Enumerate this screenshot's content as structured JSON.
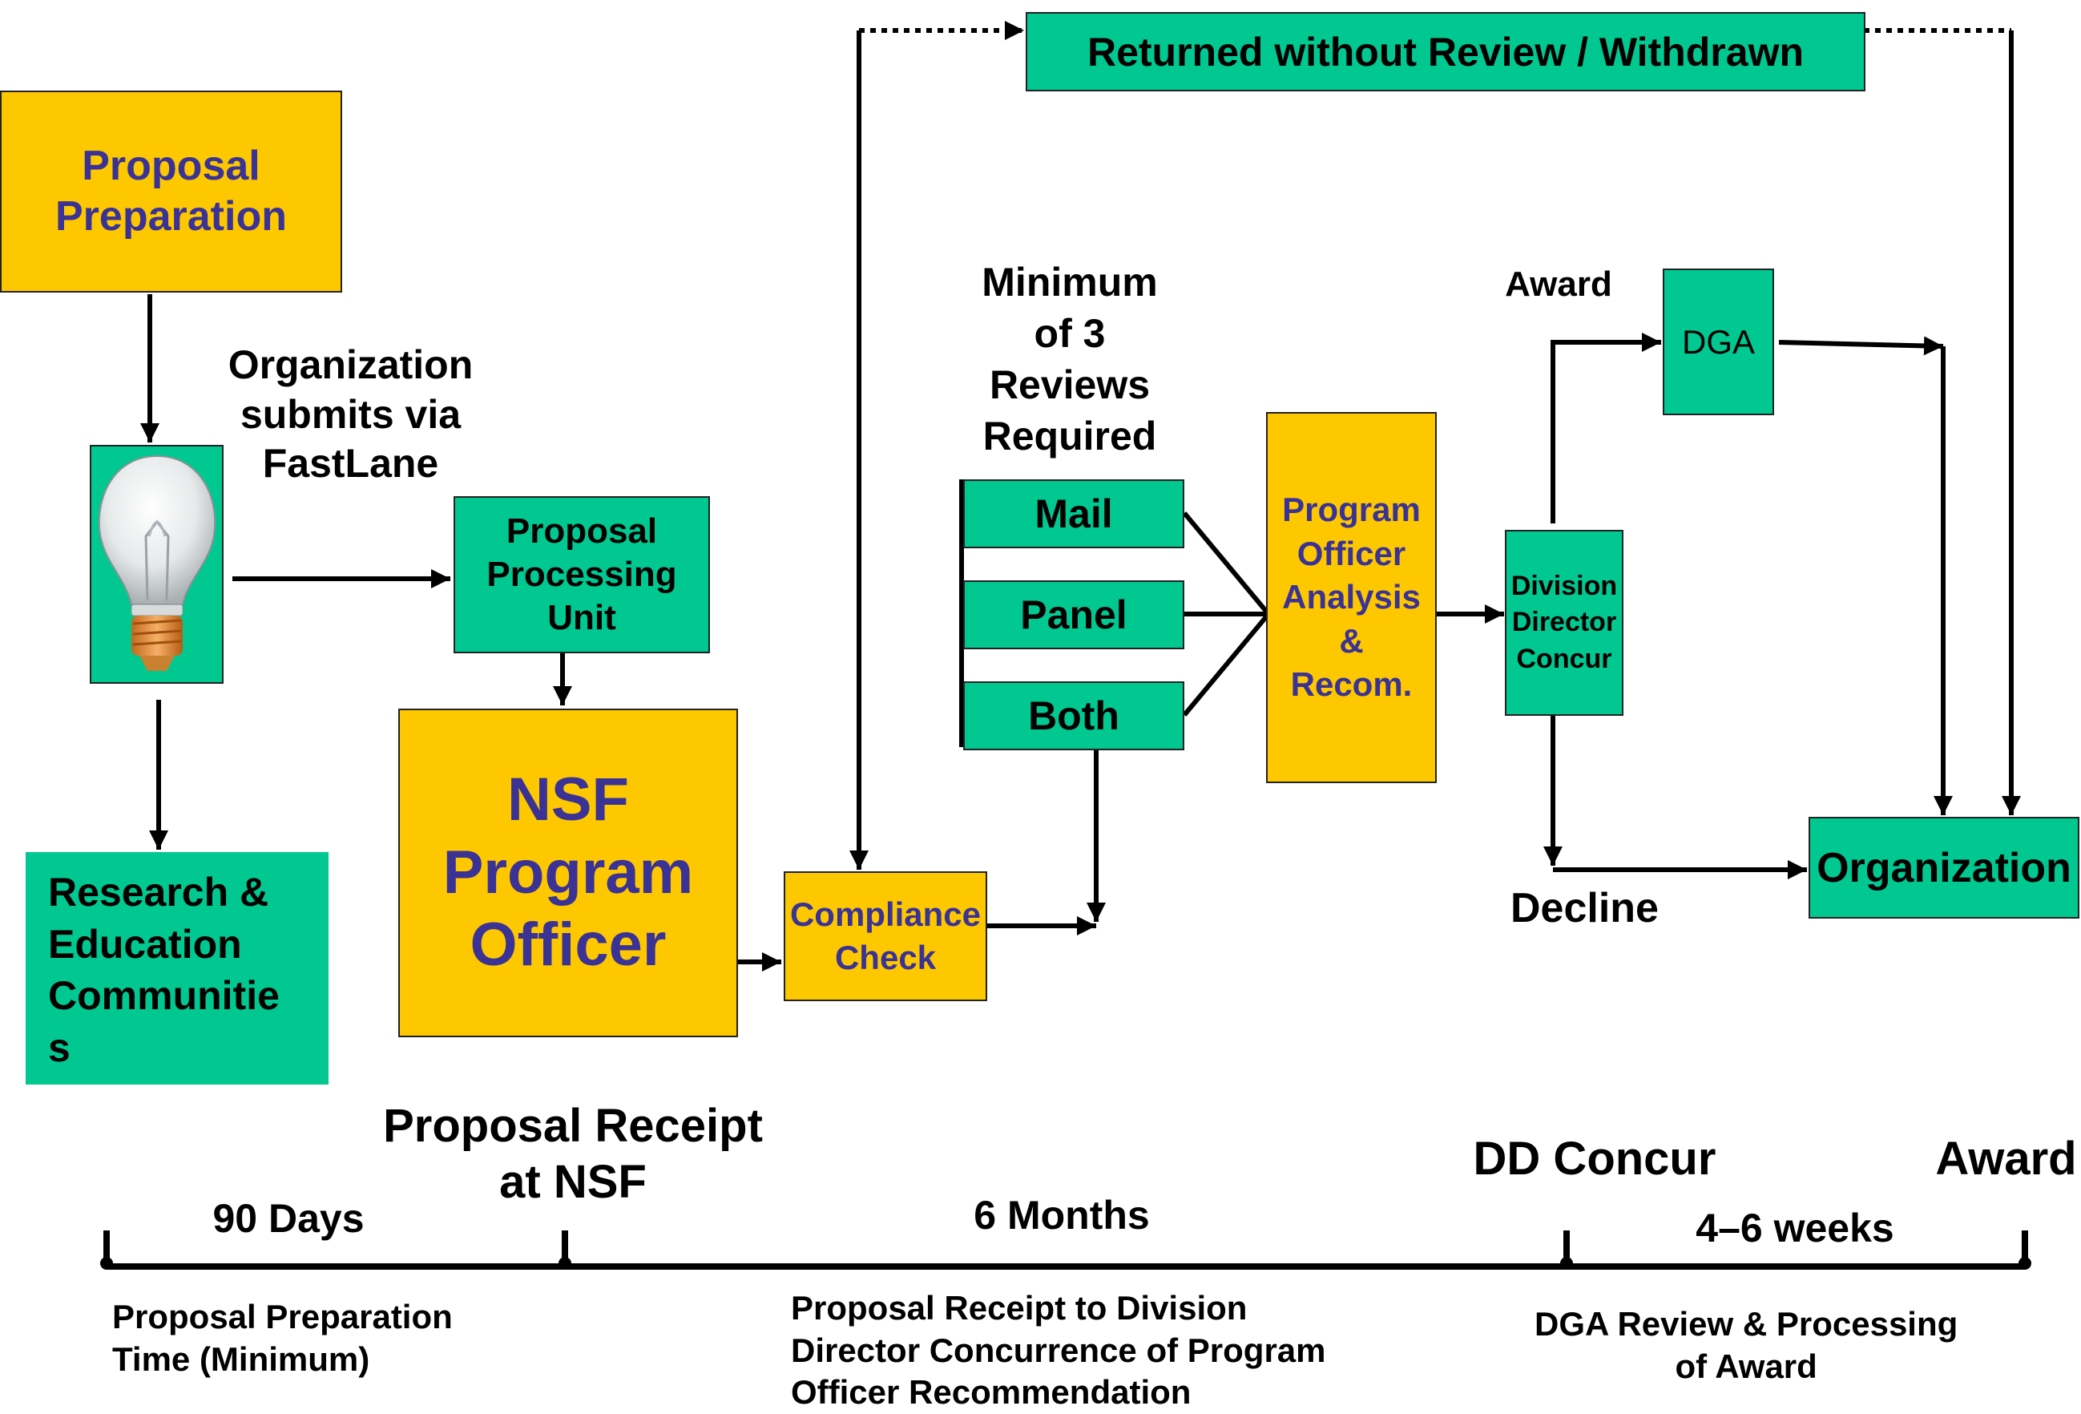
{
  "boxes": {
    "proposal_preparation": "Proposal\nPreparation",
    "research_communities": "Research &\nEducation\nCommunitie\ns",
    "proposal_processing_unit": "Proposal\nProcessing\nUnit",
    "nsf_program_officer": "NSF\nProgram\nOfficer",
    "compliance_check": "Compliance\nCheck",
    "returned": "Returned without Review / Withdrawn",
    "mail": "Mail",
    "panel": "Panel",
    "both": "Both",
    "po_analysis": "Program\nOfficer\nAnalysis\n&\nRecom.",
    "dd_concur": "Division\nDirector\nConcur",
    "dga": "DGA",
    "organization": "Organization"
  },
  "labels": {
    "org_submits": "Organization\nsubmits via\nFastLane",
    "min_reviews": "Minimum\nof 3\nReviews\nRequired",
    "award": "Award",
    "decline": "Decline"
  },
  "timeline": {
    "milestones": {
      "receipt": "Proposal Receipt\nat NSF",
      "dd_concur": "DD Concur",
      "award": "Award"
    },
    "durations": {
      "d90": "90 Days",
      "m6": "6 Months",
      "w46": "4–6 weeks"
    },
    "descriptions": {
      "prep_time": "Proposal Preparation\nTime (Minimum)",
      "receipt_to_dd": "Proposal Receipt to Division\nDirector Concurrence of Program\nOfficer Recommendation",
      "dga_review": "DGA Review & Processing\nof Award"
    }
  },
  "icons": {
    "idea": "lightbulb-icon"
  },
  "colors": {
    "green": "#00c890",
    "yellow": "#fdc800",
    "text_purple": "#3a3295"
  }
}
